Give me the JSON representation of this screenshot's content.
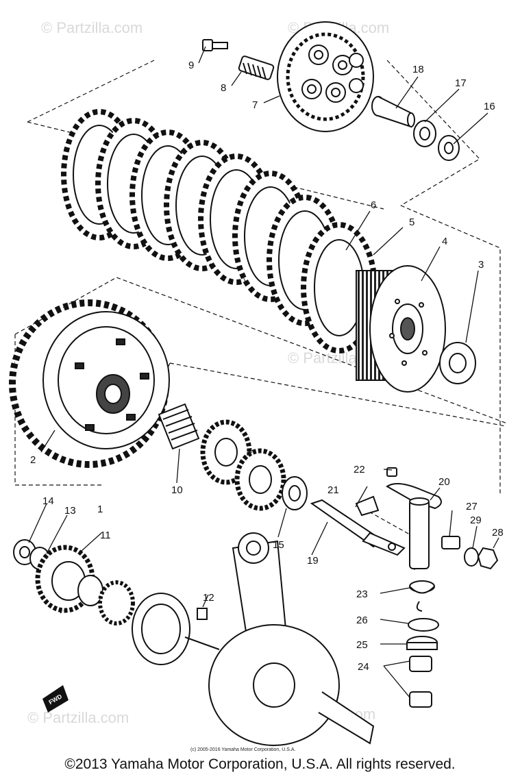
{
  "watermarks": [
    "© Partzilla.com"
  ],
  "callouts": [
    "1",
    "2",
    "3",
    "4",
    "5",
    "6",
    "7",
    "8",
    "9",
    "10",
    "11",
    "12",
    "13",
    "14",
    "15",
    "16",
    "17",
    "18",
    "19",
    "20",
    "21",
    "22",
    "23",
    "24",
    "25",
    "26",
    "27",
    "28",
    "29"
  ],
  "fwd_label": "FWD",
  "small_copyright": "(c) 2005-2016 Yamaha Motor Corporation, U.S.A.",
  "footer_copyright": "©2013 Yamaha Motor Corporation, U.S.A. All rights reserved.",
  "colors": {
    "ink": "#111111",
    "watermark": "#d9d9d9",
    "background": "#ffffff"
  }
}
